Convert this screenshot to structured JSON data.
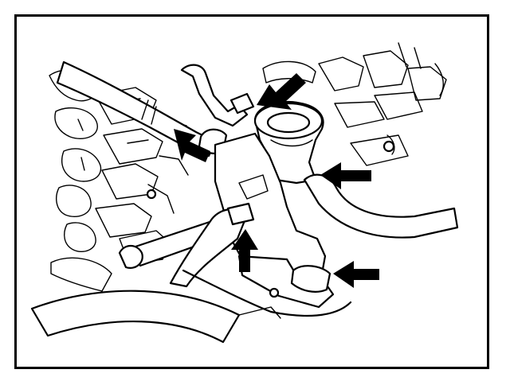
{
  "diagram": {
    "arrows": [
      {
        "id": "arrow-upper-clamp",
        "direction": "down-left"
      },
      {
        "id": "arrow-left-clamp",
        "direction": "up-right"
      },
      {
        "id": "arrow-right-hose",
        "direction": "left"
      },
      {
        "id": "arrow-center-clamp",
        "direction": "up"
      },
      {
        "id": "arrow-lower-clamp",
        "direction": "left"
      }
    ],
    "colors": {
      "line": "#000000",
      "background": "#ffffff"
    }
  }
}
